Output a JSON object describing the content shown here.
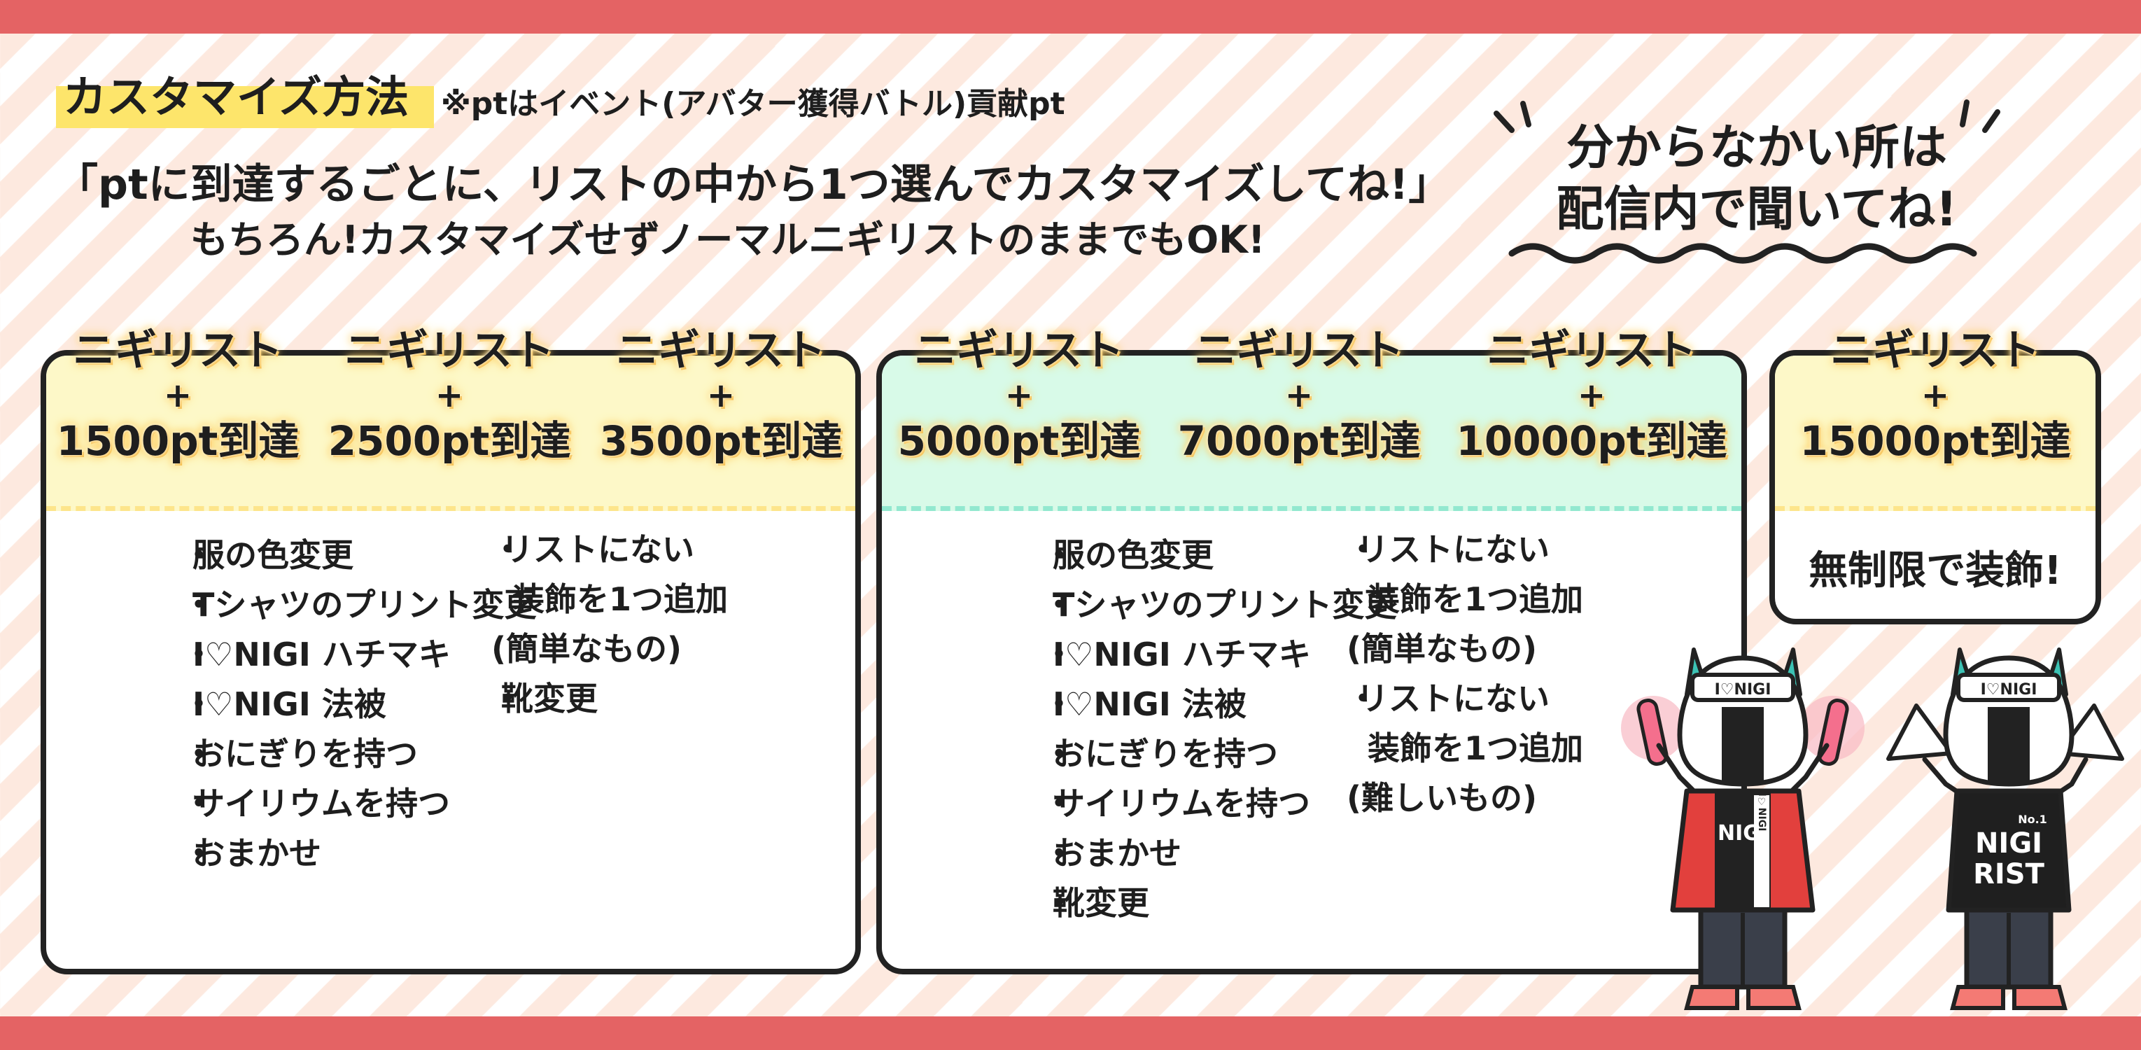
{
  "header": {
    "title": "カスタマイズ方法",
    "note": "※ptはイベント(アバター獲得バトル)貢献pt",
    "quote": "「ptに到達するごとに、リストの中から1つ選んでカスタマイズしてね!」",
    "sub": "もちろん!カスタマイズせずノーマルニギリストのままでもOK!"
  },
  "ask": {
    "line1": "分からなかい所は",
    "line2": "配信内で聞いてね!"
  },
  "levels": [
    {
      "name": "ニギリスト",
      "plus": "+",
      "pt": "1500pt到達"
    },
    {
      "name": "ニギリスト",
      "plus": "+",
      "pt": "2500pt到達"
    },
    {
      "name": "ニギリスト",
      "plus": "+",
      "pt": "3500pt到達"
    },
    {
      "name": "ニギリスト",
      "plus": "+",
      "pt": "5000pt到達"
    },
    {
      "name": "ニギリスト",
      "plus": "+",
      "pt": "7000pt到達"
    },
    {
      "name": "ニギリスト",
      "plus": "+",
      "pt": "10000pt到達"
    },
    {
      "name": "ニギリスト",
      "plus": "+",
      "pt": "15000pt到達"
    }
  ],
  "card1": {
    "left": [
      "服の色変更",
      "Tシャツのプリント変更",
      "I♡NIGI ハチマキ",
      "I♡NIGI 法被",
      "おにぎりを持つ",
      "サイリウムを持つ",
      "おまかせ"
    ],
    "right": [
      "リストにない",
      "装飾を1つ追加",
      "(簡単なもの)",
      "靴変更"
    ]
  },
  "card2": {
    "left": [
      "服の色変更",
      "Tシャツのプリント変更",
      "I♡NIGI ハチマキ",
      "I♡NIGI 法被",
      "おにぎりを持つ",
      "サイリウムを持つ",
      "おまかせ",
      "靴変更"
    ],
    "right": [
      "リストにない",
      "装飾を1つ追加",
      "(簡単なもの)",
      "リストにない",
      "装飾を1つ追加",
      "(難しいもの)"
    ]
  },
  "card3": {
    "text": "無制限で装飾!"
  },
  "characters": {
    "band": "I♡NIGI",
    "shirt1": "NIGI",
    "shirt2": "No.1",
    "shirt3": "NIGI",
    "shirt4": "RIST",
    "happi": "I♡NIGI"
  },
  "colors": {
    "band": "#e46364",
    "yellow": "#fde56b",
    "mint": "#d8fae8",
    "cream": "#fdf8c8"
  }
}
